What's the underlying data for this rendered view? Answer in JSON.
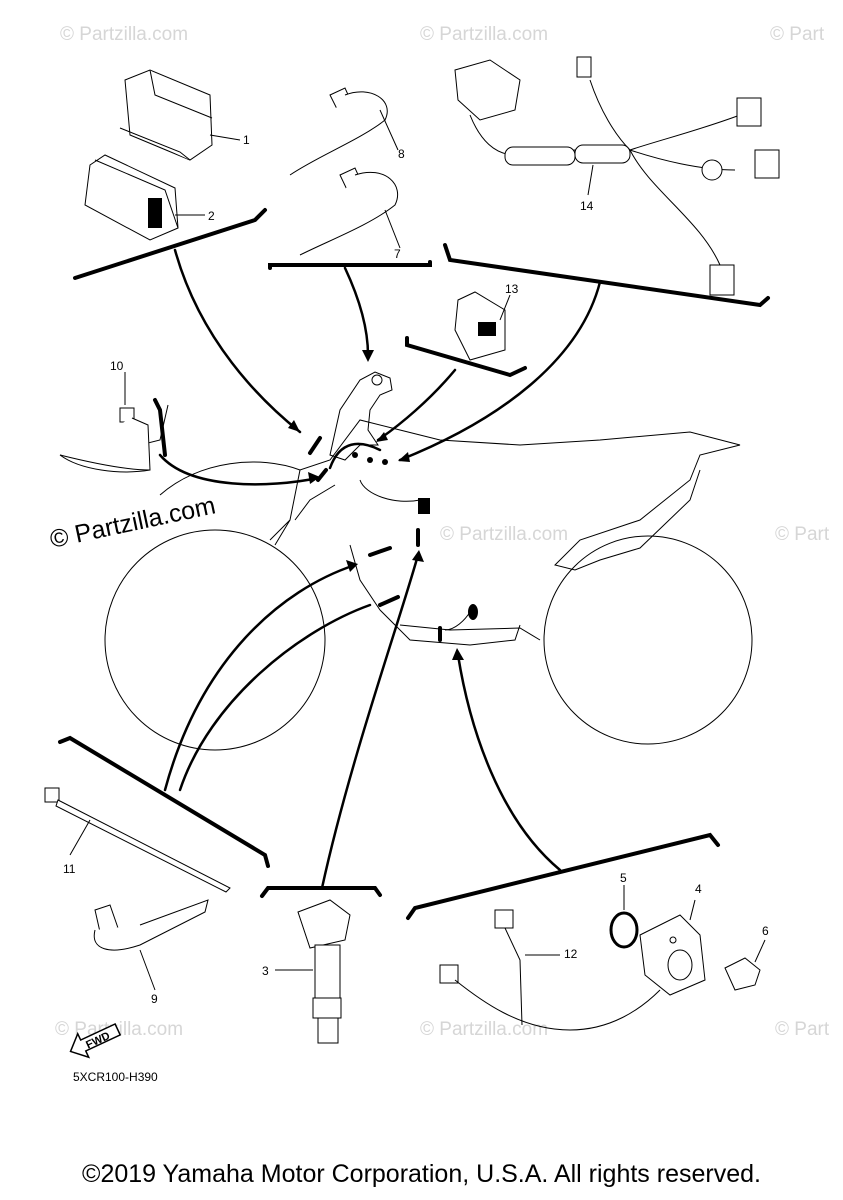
{
  "watermark": {
    "text": "© Partzilla.com",
    "prominent_text": "© Partzilla.com",
    "partial_text": "© Part"
  },
  "callouts": [
    "1",
    "2",
    "3",
    "4",
    "5",
    "6",
    "7",
    "8",
    "9",
    "10",
    "11",
    "12",
    "13",
    "14"
  ],
  "fwd_label": "FWD",
  "diagram_code": "5XCR100-H390",
  "copyright": "©2019 Yamaha Motor Corporation, U.S.A. All rights reserved."
}
